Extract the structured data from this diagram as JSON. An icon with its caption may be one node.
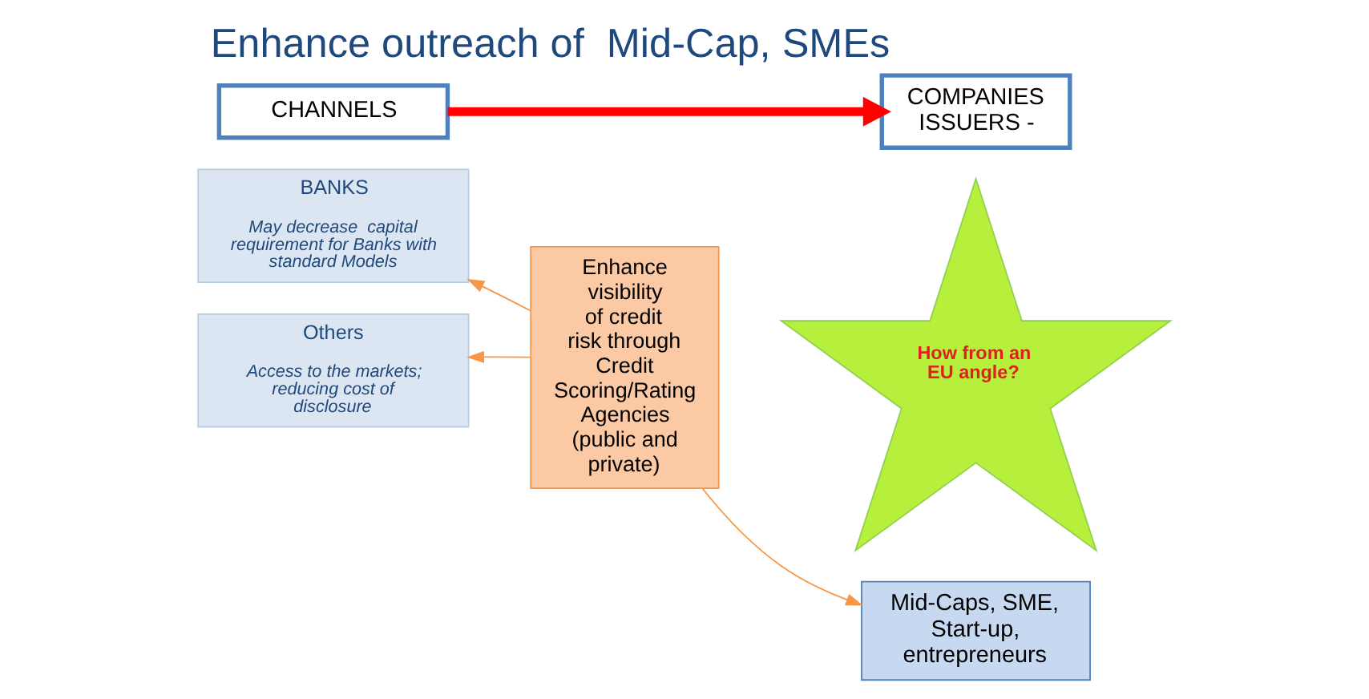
{
  "diagram": {
    "title": "Enhance outreach of  Mid-Cap, SMEs",
    "nodes": [
      {
        "text": [
          "CHANNELS"
        ]
      },
      {
        "text": [
          "COMPANIES ISSUERS -"
        ]
      },
      {
        "text": [
          "BANKS",
          "May decrease  capital requirement for Banks with standard Models"
        ]
      },
      {
        "text": [
          "Others",
          "Access to the markets; reducing cost of disclosure"
        ]
      },
      {
        "text": [
          "Enhance visibility of credit risk through Credit Scoring/Rating Agencies (public and private)"
        ]
      },
      {
        "text": [
          "How from an EU angle?"
        ]
      },
      {
        "text": [
          "Mid-Caps, SME, Start-up, entrepreneurs"
        ]
      }
    ],
    "edges": [
      {
        "from": 0,
        "to": 1,
        "arrow": "to",
        "style": "thick",
        "color": "#ff0000"
      },
      {
        "from": 4,
        "to": 2,
        "arrow": "to"
      },
      {
        "from": 4,
        "to": 3,
        "arrow": "to"
      },
      {
        "from": 4,
        "to": 6,
        "arrow": "to"
      }
    ]
  }
}
